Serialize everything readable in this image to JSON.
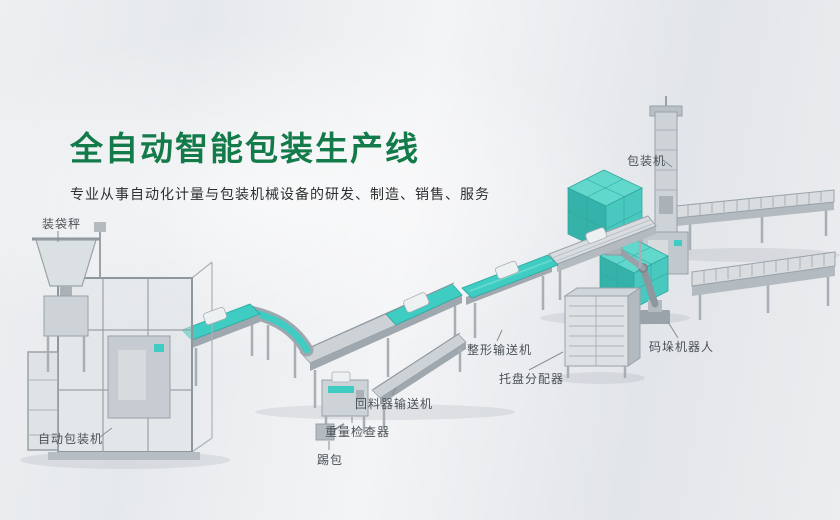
{
  "hero": {
    "title": "全自动智能包装生产线",
    "subtitle": "专业从事自动化计量与包装机械设备的研发、制造、销售、服务"
  },
  "labels": {
    "bagging_scale": "装袋秤",
    "packing_machine": "包装机",
    "auto_packing_machine": "自动包装机",
    "bag_kicker": "踢包",
    "weight_checker": "重量检查器",
    "return_feeder_conveyor": "回料器输送机",
    "shaping_conveyor": "整形输送机",
    "pallet_dispenser": "托盘分配器",
    "palletizing_robot": "码垛机器人"
  },
  "colors": {
    "title_green": "#137a4a",
    "belt_teal": "#3fccc2",
    "machine_gray": "#c2c9ce",
    "background_light": "#eef0f2"
  }
}
